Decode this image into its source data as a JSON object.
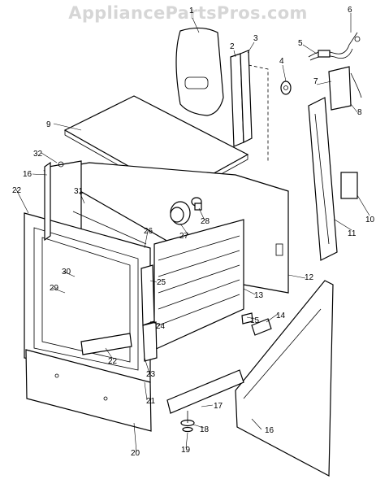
{
  "watermark": "AppliancePartsPros.com",
  "callouts": [
    "1",
    "2",
    "3",
    "4",
    "5",
    "6",
    "7",
    "8",
    "9",
    "10",
    "11",
    "12",
    "13",
    "14",
    "15",
    "16",
    "16",
    "17",
    "18",
    "19",
    "20",
    "21",
    "22",
    "22",
    "23",
    "24",
    "25",
    "26",
    "27",
    "28",
    "29",
    "30",
    "31",
    "32"
  ]
}
